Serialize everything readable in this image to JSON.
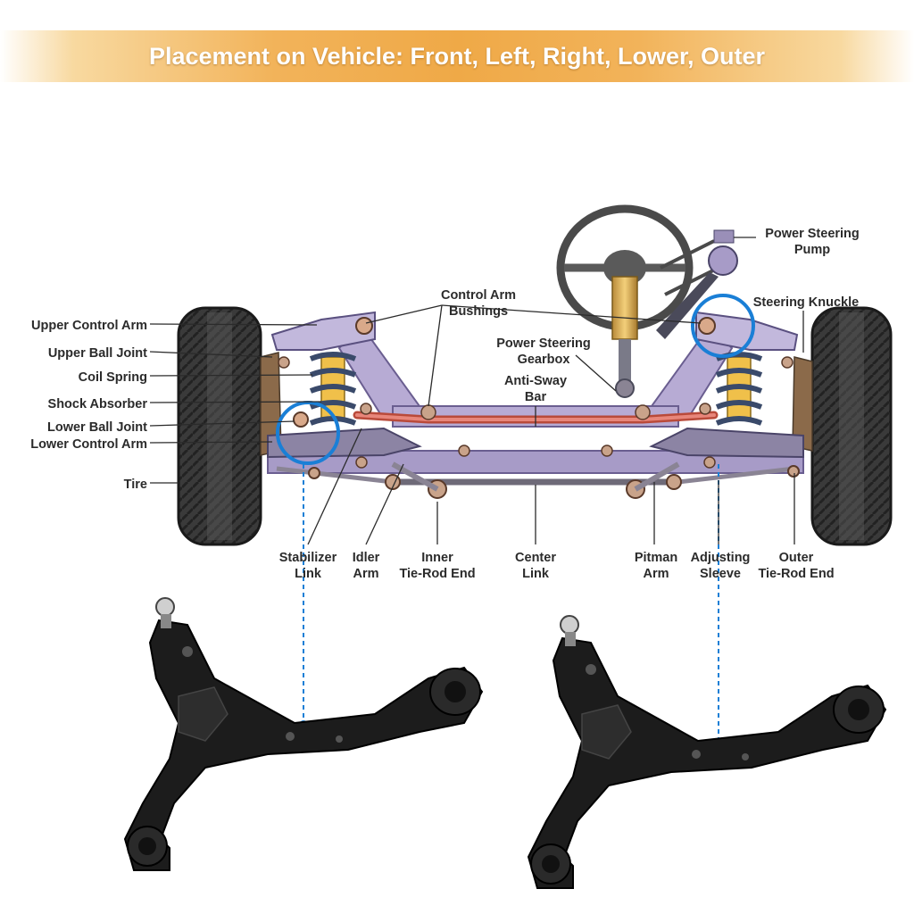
{
  "banner": {
    "title": "Placement on Vehicle: Front, Left, Right, Lower, Outer"
  },
  "labels": {
    "upper_control_arm": "Upper Control Arm",
    "upper_ball_joint": "Upper Ball Joint",
    "coil_spring": "Coil Spring",
    "shock_absorber": "Shock Absorber",
    "lower_ball_joint": "Lower Ball Joint",
    "lower_control_arm": "Lower Control Arm",
    "tire": "Tire",
    "control_arm_bushings": [
      "Control Arm",
      "Bushings"
    ],
    "power_steering_gearbox": [
      "Power Steering",
      "Gearbox"
    ],
    "anti_sway_bar": [
      "Anti-Sway",
      "Bar"
    ],
    "power_steering_pump": [
      "Power Steering",
      "Pump"
    ],
    "steering_knuckle": "Steering Knuckle",
    "stabilizer_link": [
      "Stabilizer",
      "Link"
    ],
    "idler_arm": [
      "Idler",
      "Arm"
    ],
    "inner_tie_rod_end": [
      "Inner",
      "Tie-Rod End"
    ],
    "center_link": [
      "Center",
      "Link"
    ],
    "pitman_arm": [
      "Pitman",
      "Arm"
    ],
    "adjusting_sleeve": [
      "Adjusting",
      "Sleeve"
    ],
    "outer_tie_rod_end": [
      "Outer",
      "Tie-Rod End"
    ]
  },
  "colors": {
    "banner": "#efa947",
    "highlight_circle": "#1a7fd6",
    "frame": "#a79bc7",
    "arm_black": "#1c1c1c",
    "sway_bar": "#e0705f",
    "spring": "#3a4a6a",
    "shock": "#f0c04a"
  }
}
